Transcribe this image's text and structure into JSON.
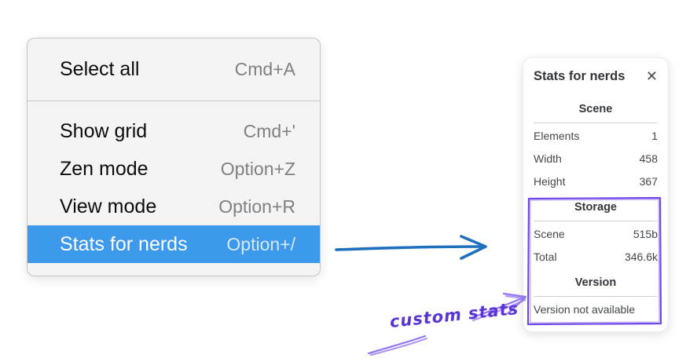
{
  "context_menu": {
    "items": [
      {
        "label": "Select all",
        "shortcut": "Cmd+A",
        "selected": false
      },
      {
        "label": "Show grid",
        "shortcut": "Cmd+'",
        "selected": false
      },
      {
        "label": "Zen mode",
        "shortcut": "Option+Z",
        "selected": false
      },
      {
        "label": "View mode",
        "shortcut": "Option+R",
        "selected": false
      },
      {
        "label": "Stats for nerds",
        "shortcut": "Option+/",
        "selected": true
      }
    ]
  },
  "stats_panel": {
    "title": "Stats for nerds",
    "close_icon": "✕",
    "scene_section": {
      "heading": "Scene",
      "rows": [
        {
          "label": "Elements",
          "value": "1"
        },
        {
          "label": "Width",
          "value": "458"
        },
        {
          "label": "Height",
          "value": "367"
        }
      ]
    },
    "storage_section": {
      "heading": "Storage",
      "rows": [
        {
          "label": "Scene",
          "value": "515b"
        },
        {
          "label": "Total",
          "value": "346.6k"
        }
      ]
    },
    "version_section": {
      "heading": "Version",
      "note": "Version not available"
    }
  },
  "annotation": {
    "label": "custom stats"
  },
  "colors": {
    "menu_highlight": "#3d99eb",
    "flow_arrow_blue": "#1e6fbe",
    "annotation_box_purple": "#7048e8",
    "annotation_arrow_purple": "#9375f1",
    "annotation_text_purple": "#5a35d6"
  }
}
